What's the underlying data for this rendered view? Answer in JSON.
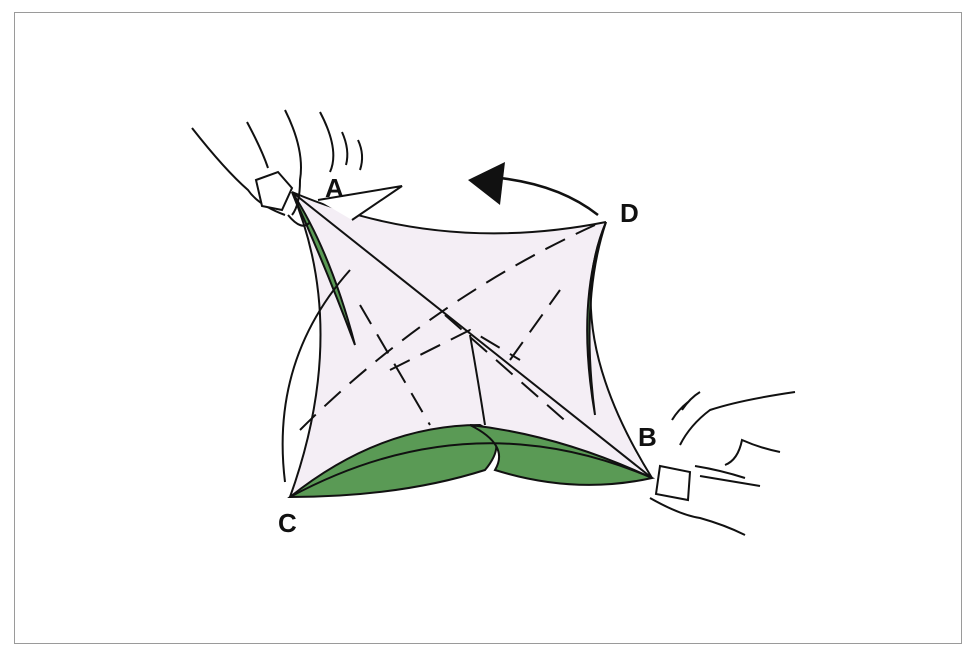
{
  "figure": {
    "labels": {
      "a": "A",
      "b": "B",
      "c": "C",
      "d": "D"
    },
    "colors": {
      "paper_back": "#5a9a55",
      "paper_front": "#f4eef5",
      "ink": "#111111"
    },
    "icons": {
      "left_hand": "hand-pinching-icon",
      "right_hand": "hand-pinching-icon",
      "rotation_arrow": "curved-arrow-left-icon"
    }
  }
}
